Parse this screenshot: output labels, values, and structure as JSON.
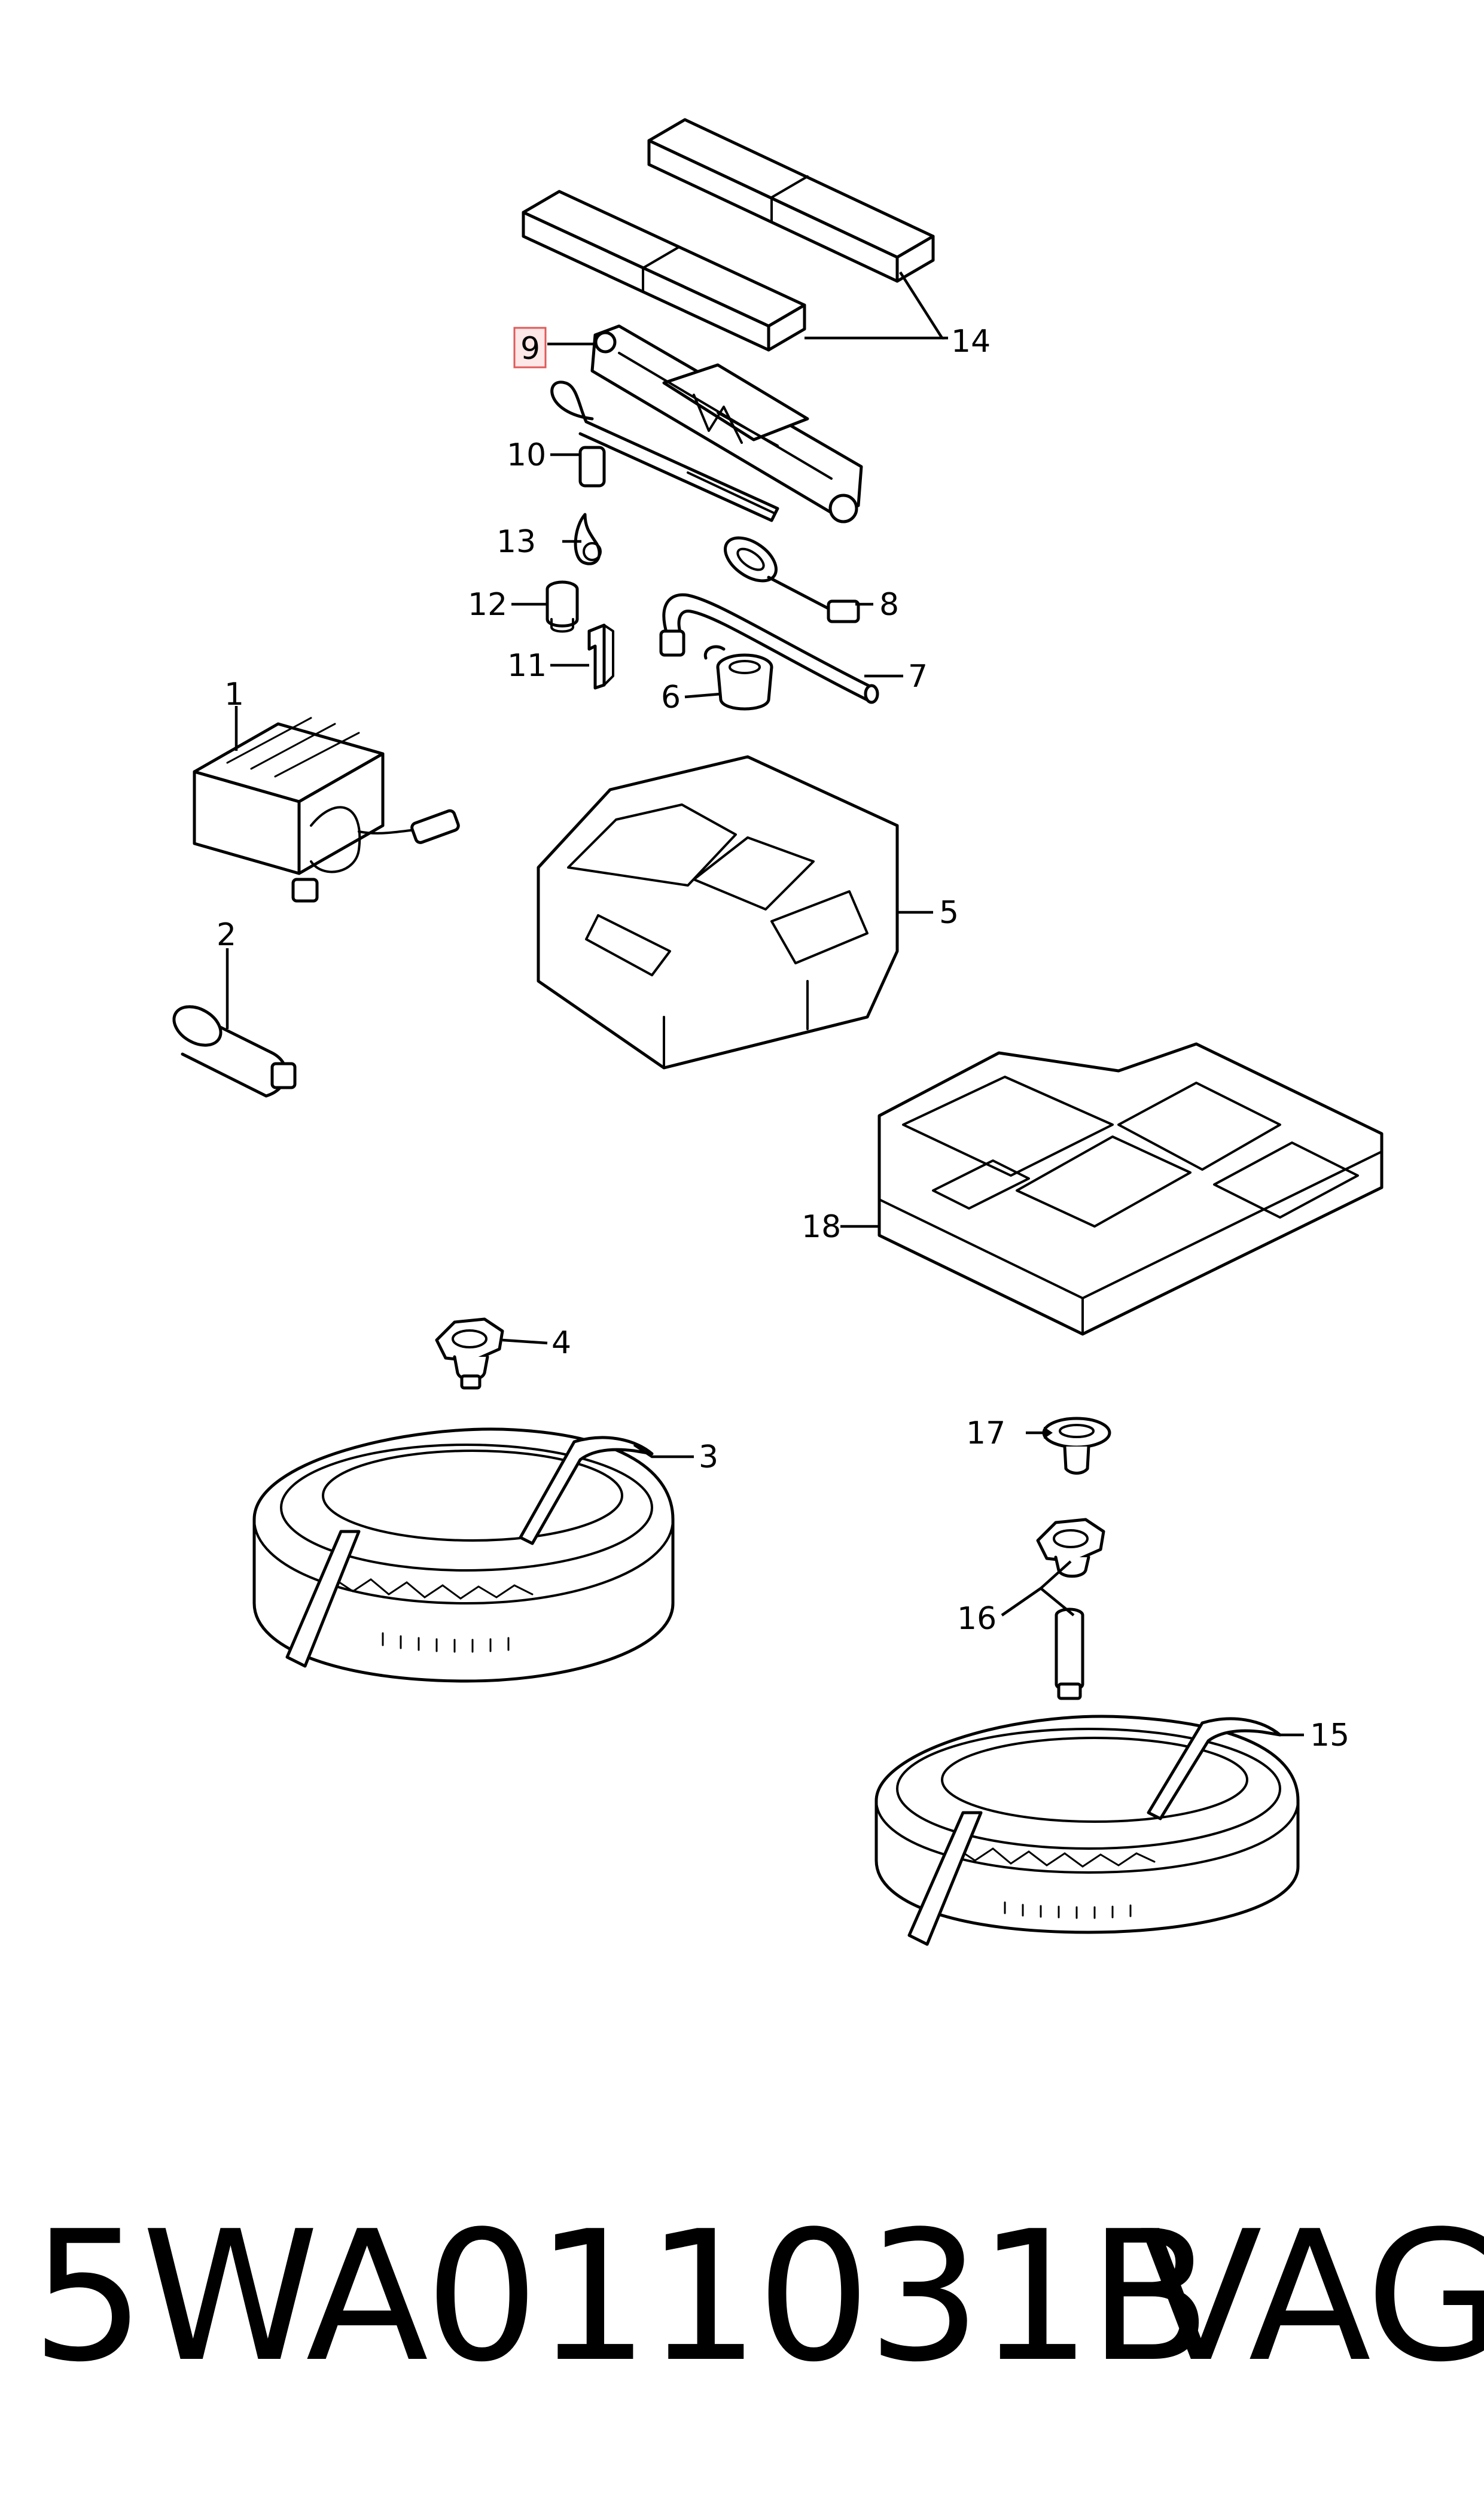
{
  "callouts": {
    "c1": "1",
    "c2": "2",
    "c3": "3",
    "c4": "4",
    "c5": "5",
    "c6": "6",
    "c7": "7",
    "c8": "8",
    "c9": "9",
    "c10": "10",
    "c11": "11",
    "c12": "12",
    "c13": "13",
    "c14": "14",
    "c15": "15",
    "c16": "16",
    "c17": "17",
    "c18": "18"
  },
  "highlighted_callout": "9",
  "footer": {
    "part_number": "5WA011031B",
    "brand": "VAG"
  },
  "colors": {
    "highlight_fill": "#fde7e7",
    "highlight_stroke": "#e05a5a",
    "line": "#000000",
    "background": "#ffffff"
  }
}
